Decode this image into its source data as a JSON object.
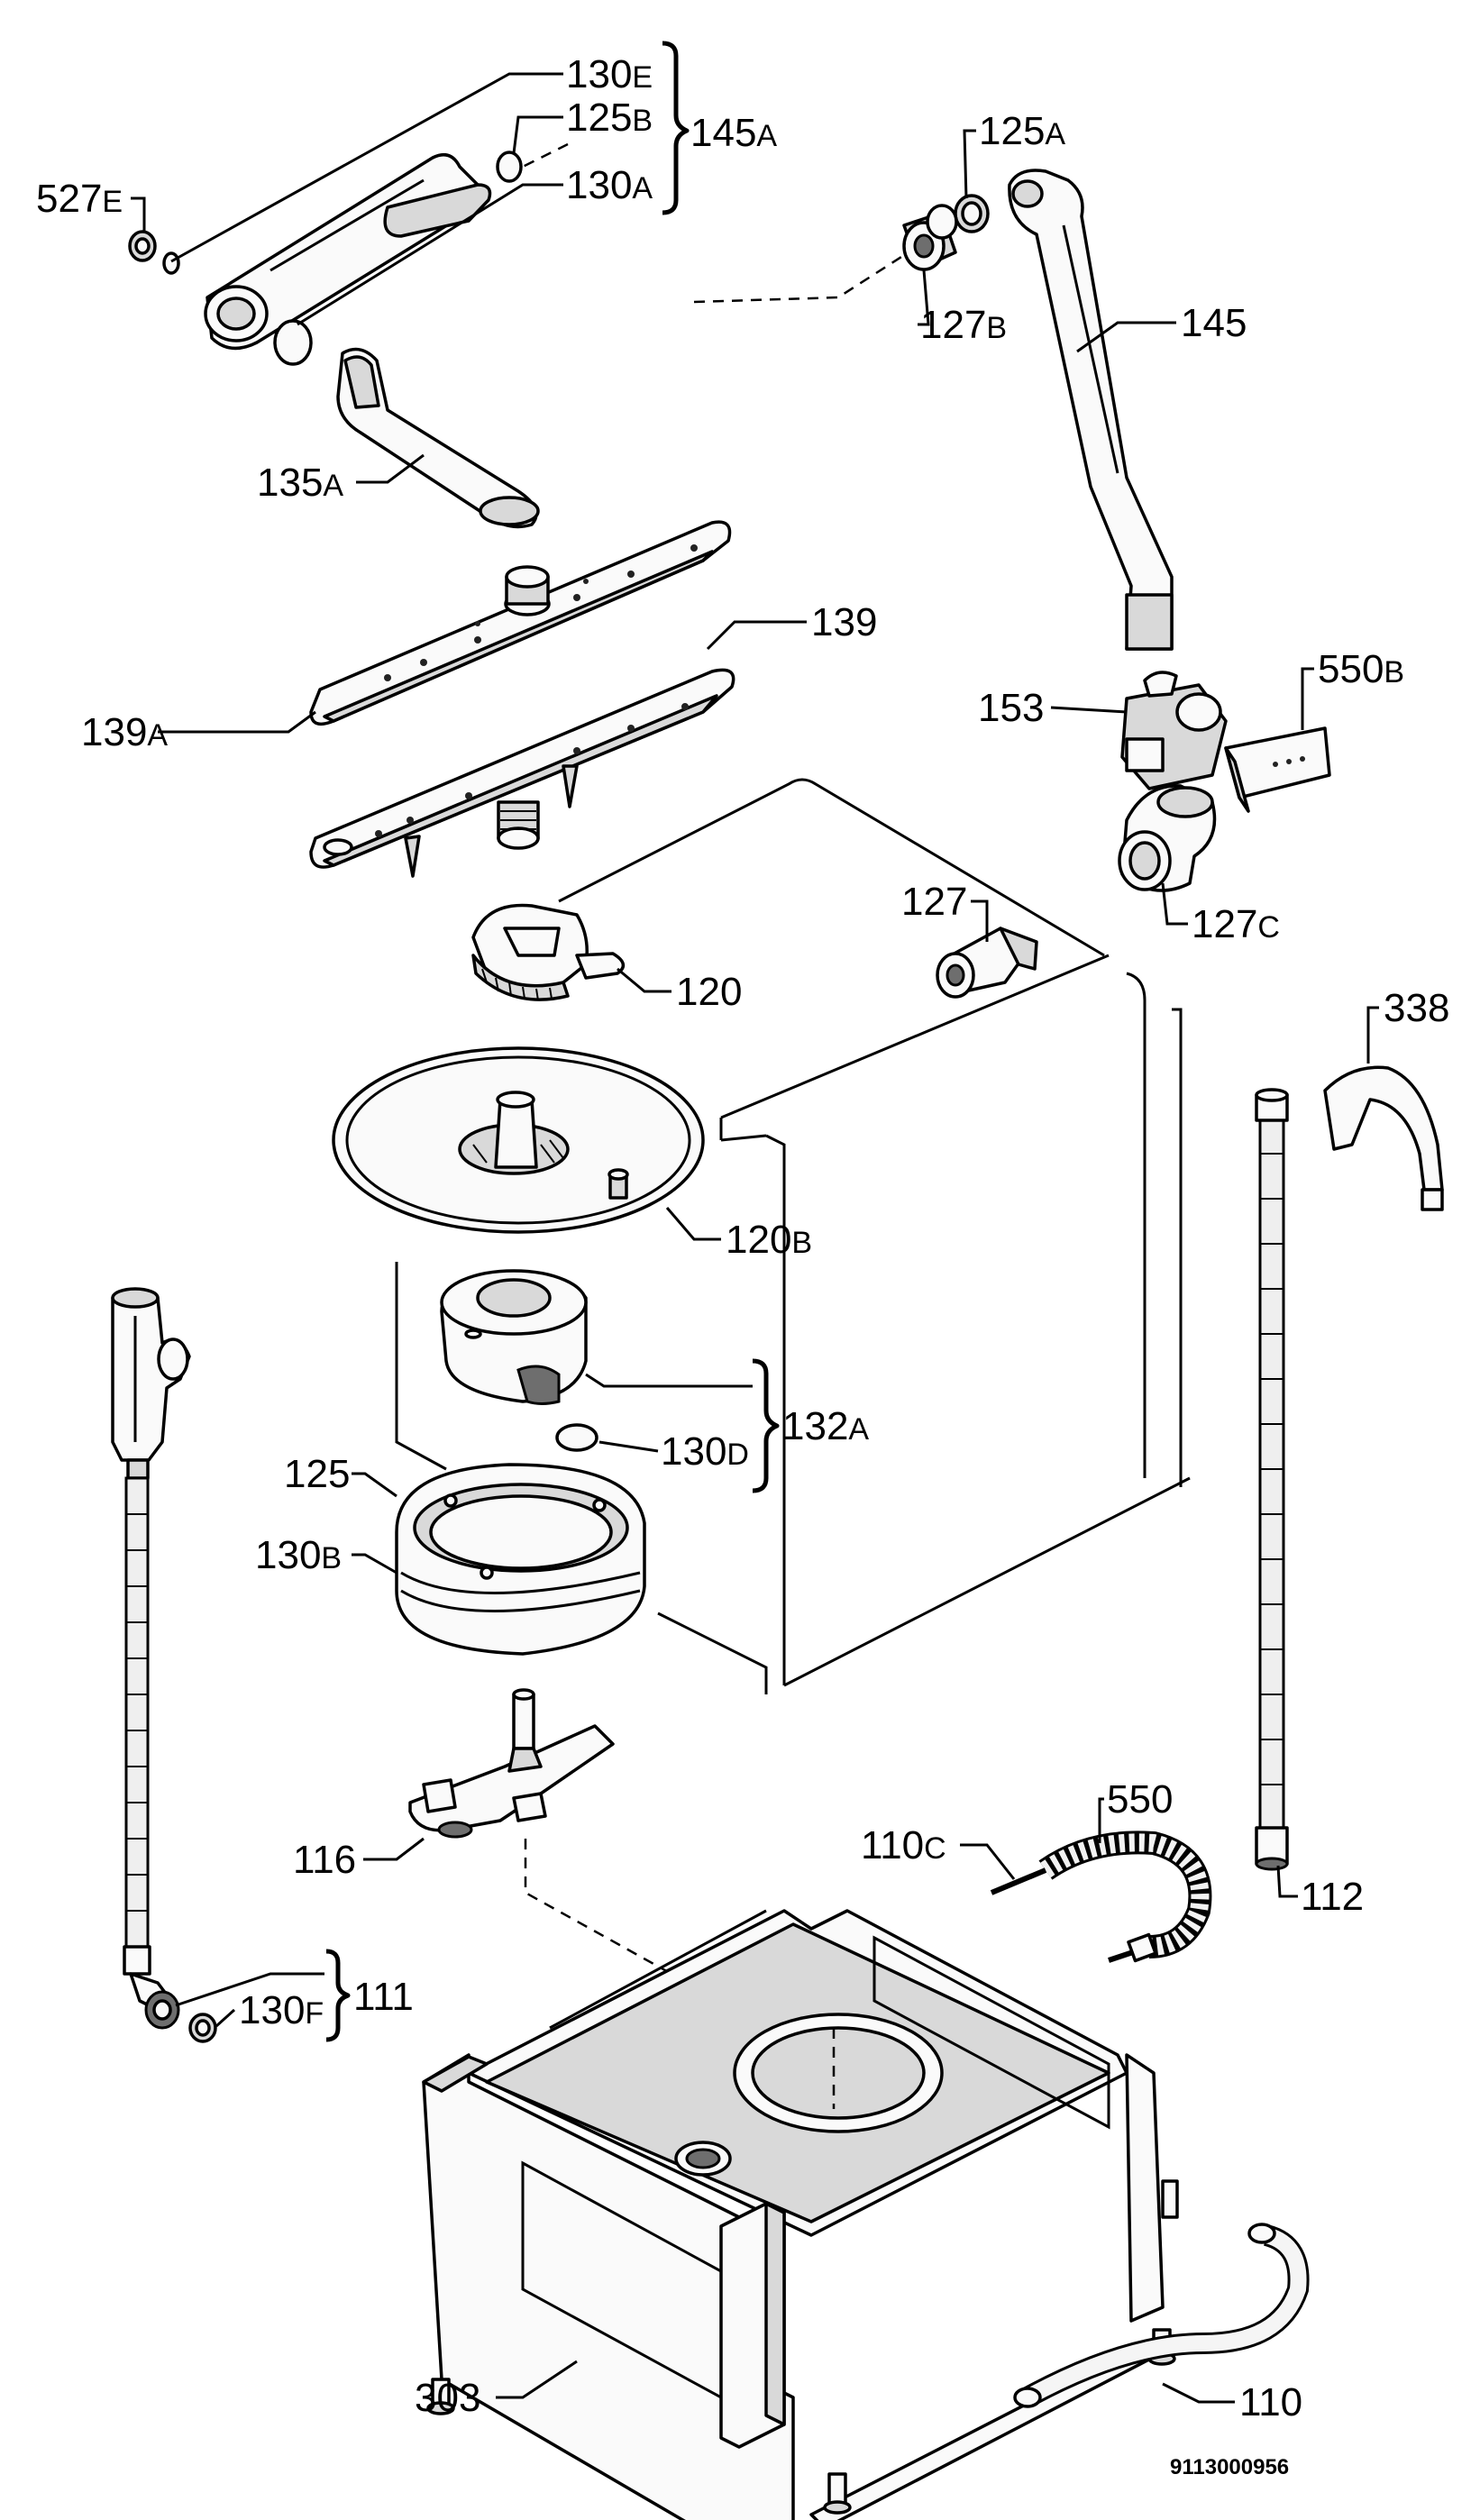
{
  "labels": {
    "l_130e": {
      "num": "130",
      "sfx": "E"
    },
    "l_125b": {
      "num": "125",
      "sfx": "B"
    },
    "l_145a": {
      "num": "145",
      "sfx": "A"
    },
    "l_130a": {
      "num": "130",
      "sfx": "A"
    },
    "l_527e": {
      "num": "527",
      "sfx": "E"
    },
    "l_125a": {
      "num": "125",
      "sfx": "A"
    },
    "l_127b": {
      "num": "127",
      "sfx": "B"
    },
    "l_145": {
      "num": "145",
      "sfx": ""
    },
    "l_135a": {
      "num": "135",
      "sfx": "A"
    },
    "l_139": {
      "num": "139",
      "sfx": ""
    },
    "l_139a": {
      "num": "139",
      "sfx": "A"
    },
    "l_153": {
      "num": "153",
      "sfx": ""
    },
    "l_550b": {
      "num": "550",
      "sfx": "B"
    },
    "l_127": {
      "num": "127",
      "sfx": ""
    },
    "l_127c": {
      "num": "127",
      "sfx": "C"
    },
    "l_120": {
      "num": "120",
      "sfx": ""
    },
    "l_338": {
      "num": "338",
      "sfx": ""
    },
    "l_120b": {
      "num": "120",
      "sfx": "B"
    },
    "l_132a": {
      "num": "132",
      "sfx": "A"
    },
    "l_130d": {
      "num": "130",
      "sfx": "D"
    },
    "l_125": {
      "num": "125",
      "sfx": ""
    },
    "l_130b": {
      "num": "130",
      "sfx": "B"
    },
    "l_116": {
      "num": "116",
      "sfx": ""
    },
    "l_550": {
      "num": "550",
      "sfx": ""
    },
    "l_110c": {
      "num": "110",
      "sfx": "C"
    },
    "l_112": {
      "num": "112",
      "sfx": ""
    },
    "l_111": {
      "num": "111",
      "sfx": ""
    },
    "l_130f": {
      "num": "130",
      "sfx": "F"
    },
    "l_303": {
      "num": "303",
      "sfx": ""
    },
    "l_110": {
      "num": "110",
      "sfx": ""
    }
  },
  "document_number": "9113000956"
}
